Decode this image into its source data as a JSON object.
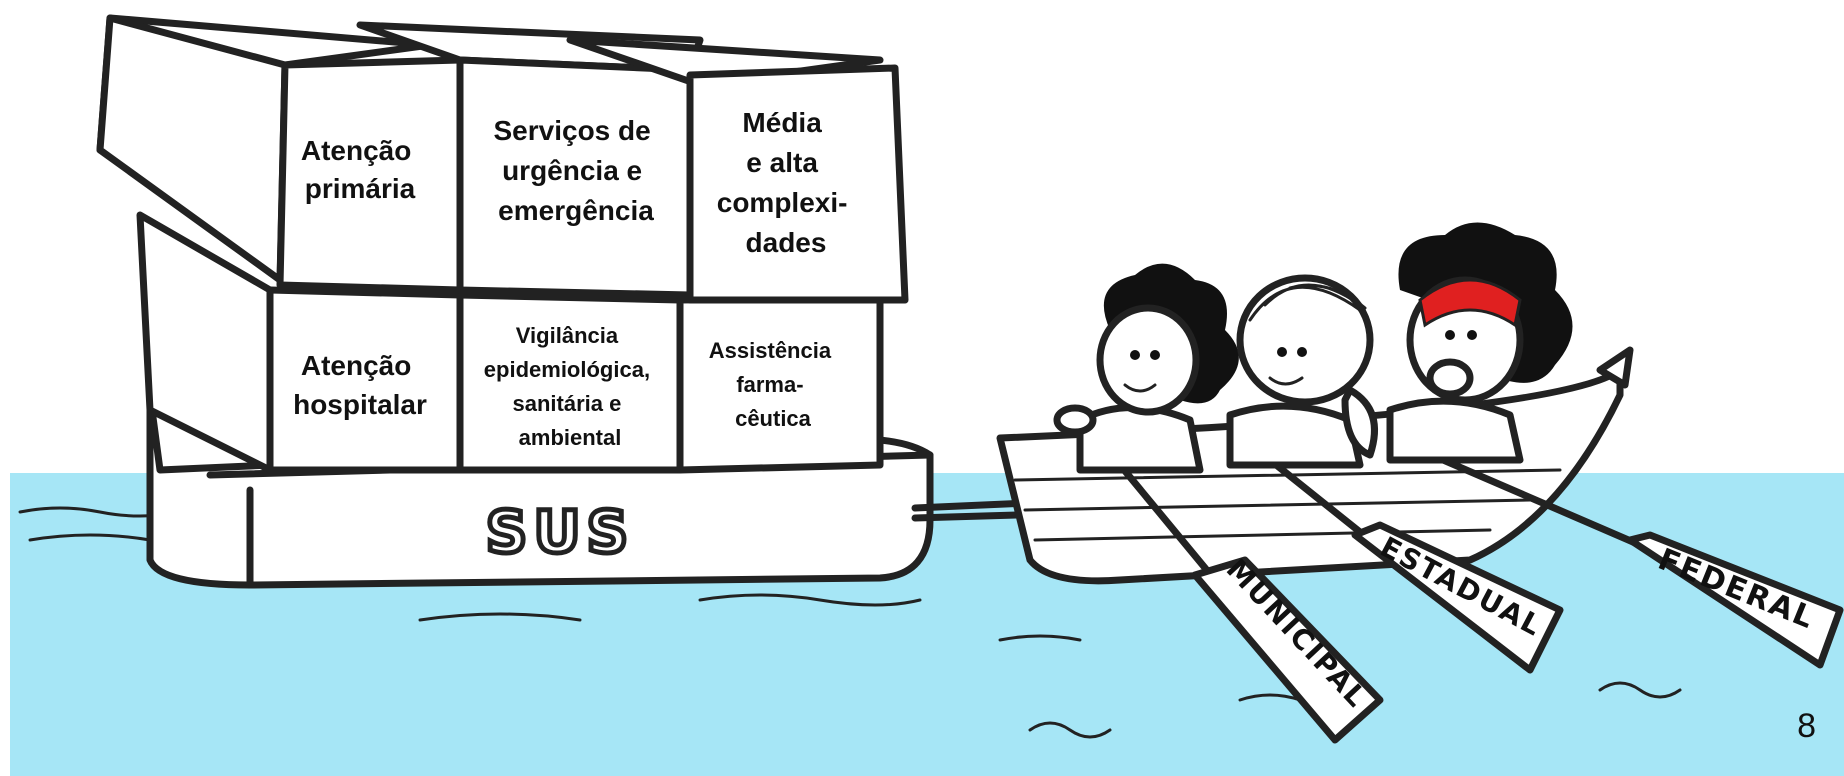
{
  "blocks": {
    "atencao_primaria": [
      "Atenção",
      "primária"
    ],
    "servicos_urgencia": [
      "Serviços de",
      "urgência e",
      "emergência"
    ],
    "media_alta": [
      "Média",
      "e alta",
      "complexi-",
      "dades"
    ],
    "atencao_hospitalar": [
      "Atenção",
      "hospitalar"
    ],
    "vigilancia": [
      "Vigilância",
      "epidemiológica,",
      "sanitária e",
      "ambiental"
    ],
    "assistencia": [
      "Assistência",
      "farma-",
      "cêutica"
    ]
  },
  "boat_label": "SUS",
  "oars": {
    "municipal": "MUNICIPAL",
    "estadual": "ESTADUAL",
    "federal": "FEDERAL"
  },
  "page_number": "8",
  "colors": {
    "water": "#a6e6f6",
    "headband": "#e02020",
    "ink": "#222222"
  }
}
